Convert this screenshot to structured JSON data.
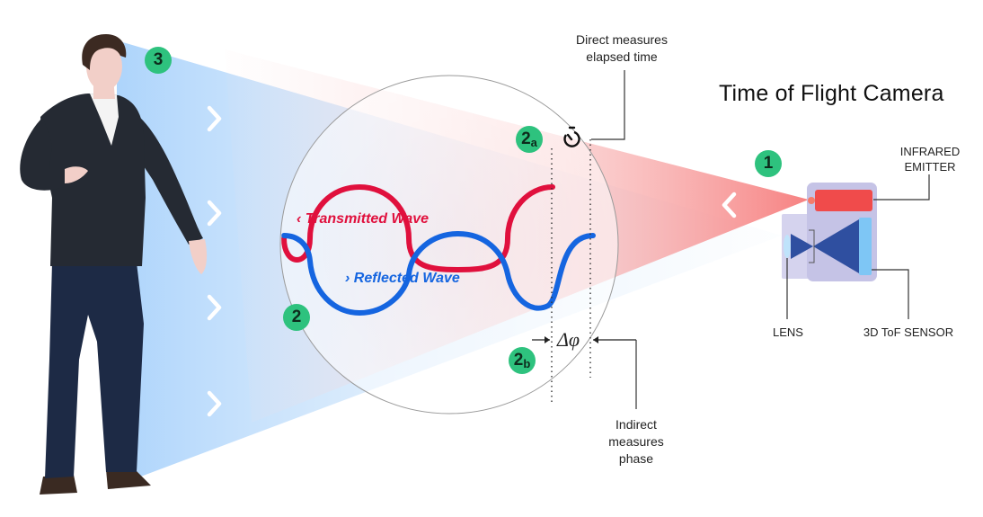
{
  "title": "Time of Flight Camera",
  "direct_note": [
    "Direct measures",
    "elapsed time"
  ],
  "indirect_note": [
    "Indirect",
    "measures",
    "phase"
  ],
  "emitter_label": [
    "INFRARED",
    "EMITTER"
  ],
  "lens_label": "LENS",
  "sensor_label": "3D ToF SENSOR",
  "transmitted_label": "Transmitted Wave",
  "reflected_label": "Reflected Wave",
  "phase_symbol": "Δφ",
  "badges": {
    "b1": "1",
    "b2": "2",
    "b2a_main": "2",
    "b2a_sub": "a",
    "b2b_main": "2",
    "b2b_sub": "b",
    "b3": "3"
  },
  "colors": {
    "transmitted": "#e0103d",
    "reflected": "#1565e0",
    "badge": "#2ec27e",
    "emitter": "#f04b4b",
    "sensor": "#7ec6f5",
    "camera_body": "#c5c3e6",
    "sweater": "#252a33",
    "jeans": "#1d2a45"
  },
  "icons": [
    "stopwatch-icon",
    "chevron-left-icon",
    "chevron-right-icon"
  ]
}
